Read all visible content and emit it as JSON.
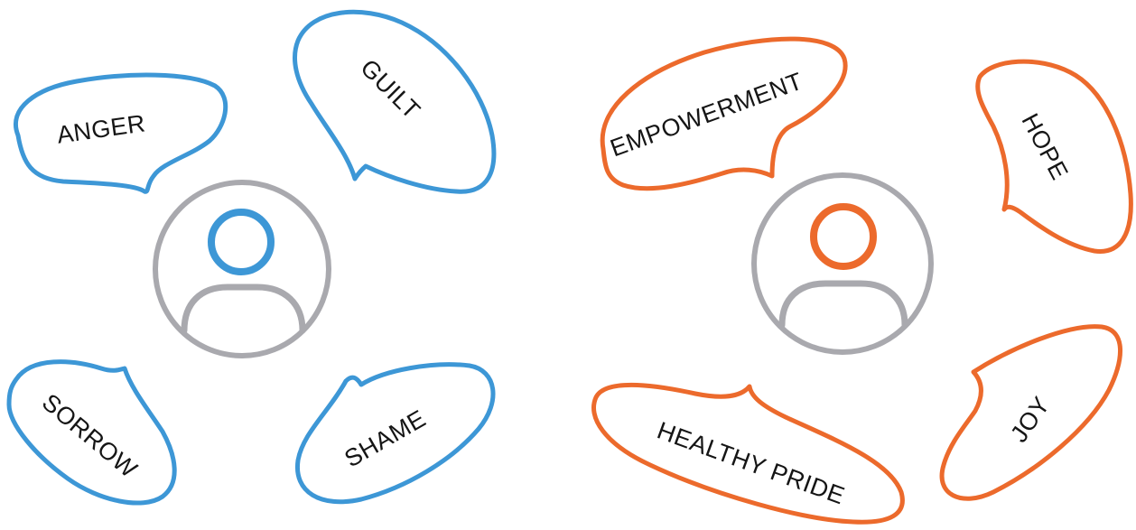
{
  "colors": {
    "negative": "#3d97d6",
    "positive": "#ec6a2c",
    "person": "#a9a9ae",
    "text": "#151515"
  },
  "left_cluster": {
    "person_icon": "user-avatar-icon",
    "bubbles": [
      {
        "label": "ANGER"
      },
      {
        "label": "GUILT"
      },
      {
        "label": "SORROW"
      },
      {
        "label": "SHAME"
      }
    ]
  },
  "right_cluster": {
    "person_icon": "user-avatar-icon",
    "bubbles": [
      {
        "label": "EMPOWERMENT"
      },
      {
        "label": "HOPE"
      },
      {
        "label": "HEALTHY PRIDE"
      },
      {
        "label": "JOY"
      }
    ]
  }
}
